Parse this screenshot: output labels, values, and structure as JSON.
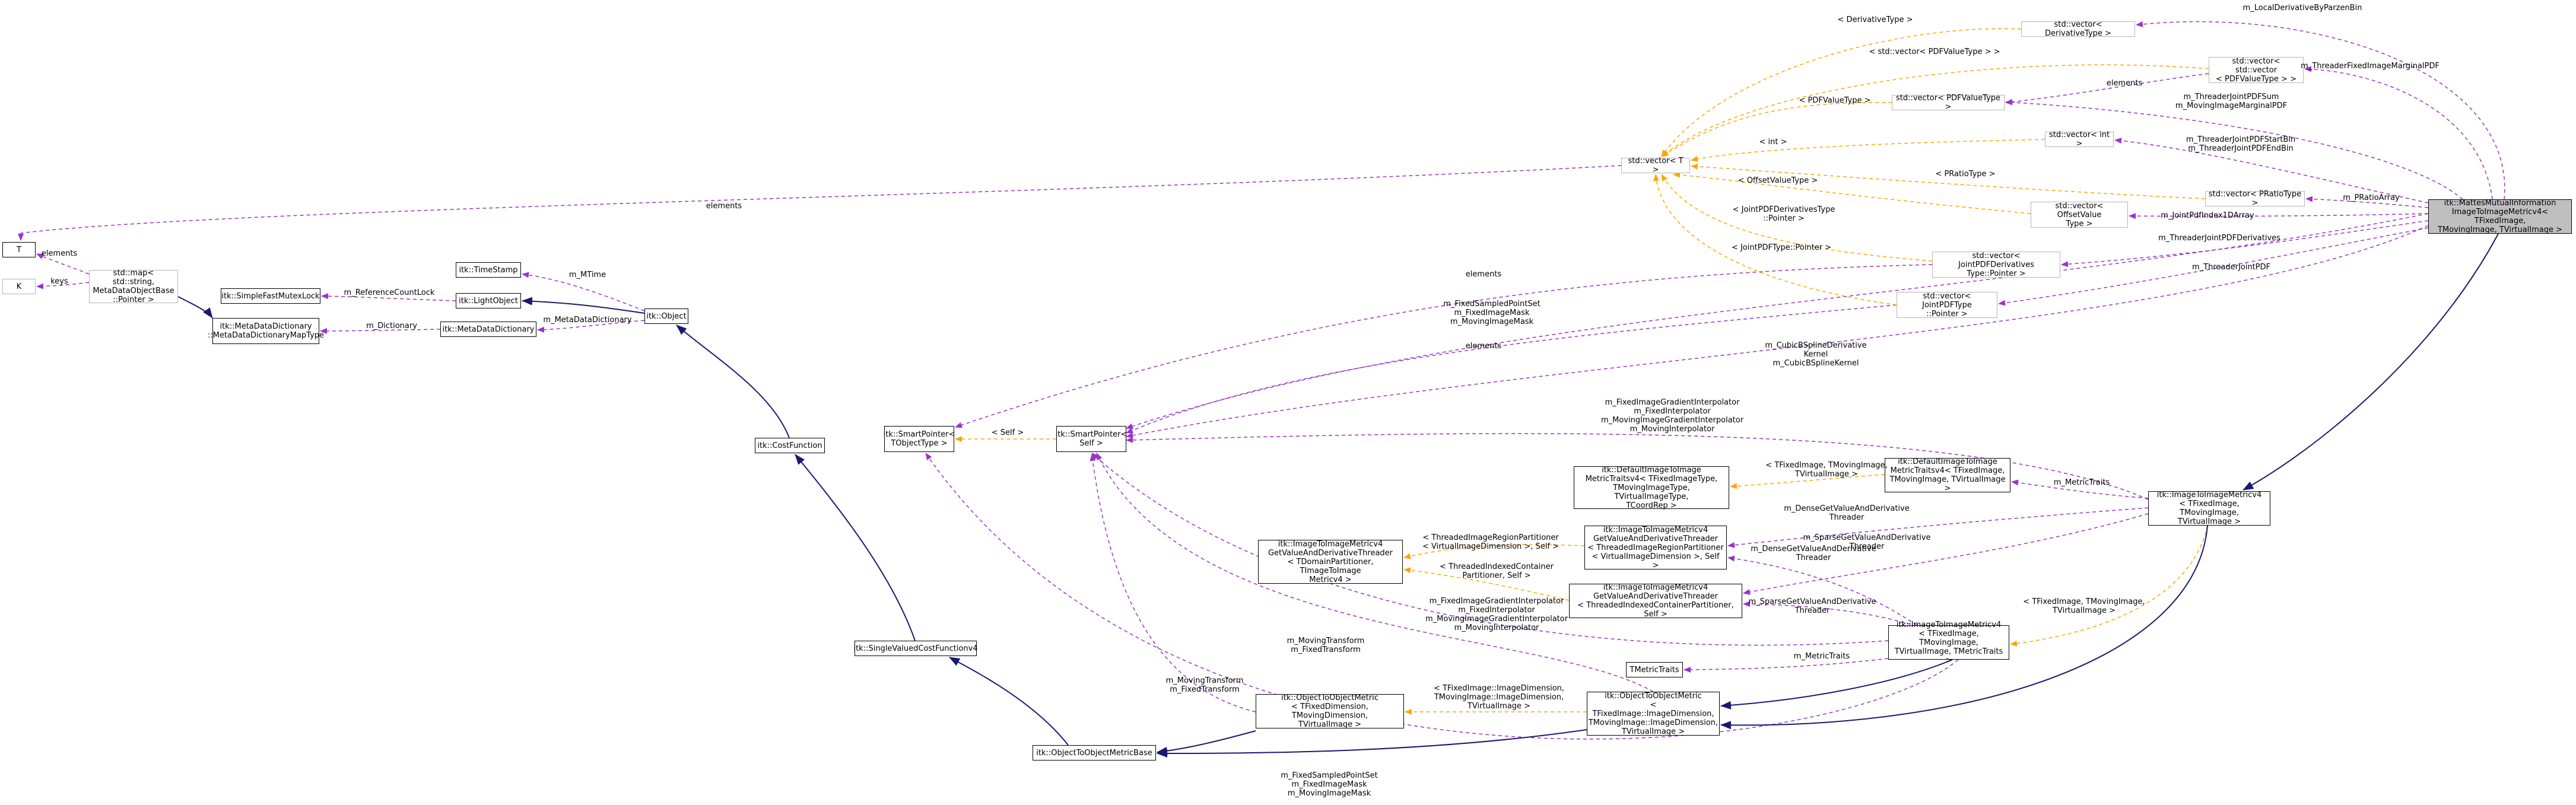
{
  "colors": {
    "inheritance": "#191970",
    "usage": "#9a32cd",
    "template": "#ffa500",
    "highlight": "#bfbfbf"
  },
  "nodes": {
    "t": "T",
    "k": "K",
    "std_map": "std::map< std::string,\nMetaDataObjectBase\n::Pointer >",
    "meta_dict_map": "itk::MetaDataDictionary\n::MetaDataDictionaryMapType",
    "simple_fast_mutex": "itk::SimpleFastMutexLock",
    "time_stamp": "itk::TimeStamp",
    "light_object": "itk::LightObject",
    "meta_dict": "itk::MetaDataDictionary",
    "object": "itk::Object",
    "cost_function": "itk::CostFunction",
    "single_valued_cf": "itk::SingleValuedCostFunctionv4",
    "obj_to_obj_base": "itk::ObjectToObjectMetricBase",
    "smart_ptr_tobject": "itk::SmartPointer<\nTObjectType >",
    "smart_ptr_self": "itk::SmartPointer<\nSelf >",
    "default_traits_tmpl": "itk::DefaultImageToImage\nMetricTraitsv4< TFixedImageType,\nTMovingImageType, TVirtualImageType,\nTCoordRep >",
    "default_traits": "itk::DefaultImageToImage\nMetricTraitsv4< TFixedImage,\nTMovingImage, TVirtualImage >",
    "getvalue_tmpl": "itk::ImageToImageMetricv4\nGetValueAndDerivativeThreader\n< TDomainPartitioner, TImageToImage\nMetricv4 >",
    "getvalue_region": "itk::ImageToImageMetricv4\nGetValueAndDerivativeThreader\n< ThreadedImageRegionPartitioner\n< VirtualImageDimension >, Self >",
    "getvalue_indexed": "itk::ImageToImageMetricv4\nGetValueAndDerivativeThreader\n< ThreadedIndexedContainerPartitioner, Self >",
    "itim4_tmpl": "itk::ImageToImageMetricv4\n< TFixedImage, TMovingImage,\nTVirtualImage, TMetricTraits >",
    "itim4": "itk::ImageToImageMetricv4\n< TFixedImage, TMovingImage,\nTVirtualImage >",
    "metric_traits": "TMetricTraits",
    "o2o_tmpl": "itk::ObjectToObjectMetric\n< TFixedDimension, TMovingDimension,\nTVirtualImage >",
    "o2o": "itk::ObjectToObjectMetric\n< TFixedImage::ImageDimension,\nTMovingImage::ImageDimension,\nTVirtualImage >",
    "std_vector_t": "std::vector< T >",
    "vec_derivative": "std::vector< DerivativeType >",
    "vec_vec_pdf": "std::vector< std::vector\n< PDFValueType > >",
    "vec_pdf": "std::vector< PDFValueType >",
    "vec_int": "std::vector< int >",
    "vec_pratio": "std::vector< PRatioType >",
    "vec_offset": "std::vector< OffsetValue\nType >",
    "vec_joint_deriv": "std::vector< JointPDFDerivatives\nType::Pointer >",
    "vec_joint_pdf": "std::vector< JointPDFType\n::Pointer >",
    "mattes": "itk::MattesMutualInformation\nImageToImageMetricv4< TFixedImage,\nTMovingImage, TVirtualImage >"
  },
  "edge_labels": {
    "elements_t": "elements",
    "elements_map": "elements",
    "keys": "keys",
    "mtime": "m_MTime",
    "refcount": "m_ReferenceCountLock",
    "dictionary": "m_Dictionary",
    "metadict": "m_MetaDataDictionary",
    "self_tpl": "< Self >",
    "elements_sp1": "elements",
    "elements_sp2": "elements",
    "fixed_sampled": "m_FixedSampledPointSet\nm_FixedImageMask\nm_MovingImageMask",
    "fixed_sampled_bottom": "m_FixedSampledPointSet\nm_FixedImageMask\nm_MovingImageMask",
    "cubic": "m_CubicBSplineDerivative\nKernel\nm_CubicBSplineKernel",
    "interp_upper": "m_FixedImageGradientInterpolator\nm_FixedInterpolator\nm_MovingImageGradientInterpolator\nm_MovingInterpolator",
    "interp_lower": "m_FixedImageGradientInterpolator\nm_FixedInterpolator\nm_MovingImageGradientInterpolator\nm_MovingInterpolator",
    "transform_upper": "m_MovingTransform\nm_FixedTransform",
    "transform_lower": "m_MovingTransform\nm_FixedTransform",
    "traits_tpl": "< TFixedImage, TMovingImage,\nTVirtualImage >",
    "metric_traits_upper": "m_MetricTraits",
    "metric_traits_lower": "m_MetricTraits",
    "region_tpl": "< ThreadedImageRegionPartitioner\n< VirtualImageDimension >, Self >",
    "indexed_tpl": "< ThreadedIndexedContainer\nPartitioner, Self >",
    "dense_upper": "m_DenseGetValueAndDerivative\nThreader",
    "sparse_upper": "m_SparseGetValueAndDerivative\nThreader",
    "dense_lower": "m_DenseGetValueAndDerivative\nThreader",
    "sparse_lower": "m_SparseGetValueAndDerivative\nThreader",
    "itim4_tpl": "< TFixedImage, TMovingImage,\nTVirtualImage >",
    "o2o_tpl": "< TFixedImage::ImageDimension,\nTMovingImage::ImageDimension,\nTVirtualImage >",
    "deriv_tpl": "< DerivativeType >",
    "vecvec_tpl": "< std::vector< PDFValueType > >",
    "elements_vec": "elements",
    "pdf_tpl": "< PDFValueType >",
    "int_tpl": "< int >",
    "offset_tpl": "< OffsetValueType >",
    "pratio_tpl": "< PRatioType >",
    "jointderiv_tpl": "< JointPDFDerivativesType\n::Pointer >",
    "jointpdf_tpl": "< JointPDFType::Pointer >",
    "local_deriv": "m_LocalDerivativeByParzenBin",
    "fixed_marginal": "m_ThreaderFixedImageMarginalPDF",
    "pdfsum": "m_ThreaderJointPDFSum\nm_MovingImageMarginalPDF",
    "startbin": "m_ThreaderJointPDFStartBin\nm_ThreaderJointPDFEndBin",
    "pratio_array": "m_PRatioArray",
    "pdfindex": "m_JointPdfIndex1DArray",
    "threader_deriv": "m_ThreaderJointPDFDerivatives",
    "threader_pdf": "m_ThreaderJointPDF"
  }
}
